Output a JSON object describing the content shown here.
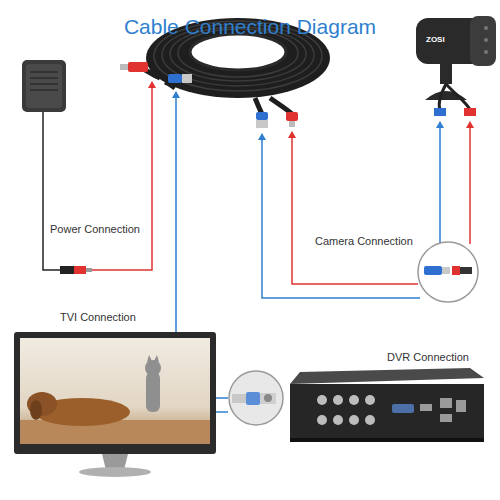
{
  "diagram": {
    "title": "Cable Connection Diagram",
    "nodes": [
      {
        "text": [
          "Power Connection"
        ]
      },
      {
        "text": [
          "Camera Connection"
        ]
      },
      {
        "text": [
          "TVI Connection"
        ]
      },
      {
        "text": [
          "DVR Connection"
        ]
      }
    ],
    "labels": [
      "ZOSI"
    ]
  }
}
